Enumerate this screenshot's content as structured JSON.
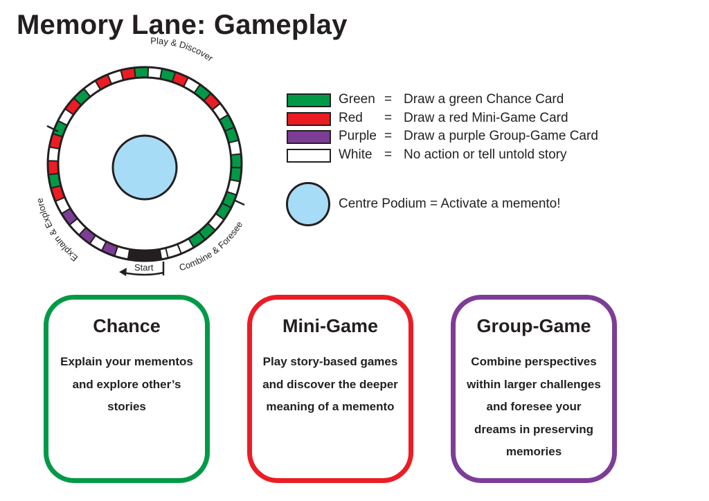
{
  "title": "Memory Lane: Gameplay",
  "colors": {
    "green": "#009a47",
    "red": "#ec1c24",
    "purple": "#7d3d97",
    "white": "#ffffff",
    "black": "#231f20",
    "podium": "#a7dcf6"
  },
  "board": {
    "labels": {
      "top": "Play & Discover",
      "left": "Explain & Explore",
      "bottom_right": "Combine & Foresee",
      "start": "Start"
    },
    "track": [
      "white",
      "purple",
      "white",
      "purple",
      "white",
      "purple",
      "white",
      "red",
      "green",
      "red",
      "white",
      "red",
      "green",
      "white",
      "red",
      "green",
      "white",
      "red",
      "white",
      "red",
      "green",
      "white",
      "green",
      "red",
      "white",
      "green",
      "red",
      "white",
      "green",
      "green",
      "white",
      "green",
      "green",
      "white",
      "green",
      "green",
      "white",
      "green",
      "green",
      "white",
      "white"
    ]
  },
  "legend": [
    {
      "name": "Green",
      "eq": "=",
      "desc": "Draw a green Chance Card",
      "color": "#009a47"
    },
    {
      "name": "Red",
      "eq": "=",
      "desc": "Draw a red Mini-Game Card",
      "color": "#ec1c24"
    },
    {
      "name": "Purple",
      "eq": "=",
      "desc": "Draw a purple Group-Game Card",
      "color": "#7d3d97"
    },
    {
      "name": "White",
      "eq": "=",
      "desc": "No action or tell untold story",
      "color": "#ffffff"
    }
  ],
  "podium_legend": "Centre Podium  =  Activate a memento!",
  "cards": [
    {
      "title": "Chance",
      "body": "Explain your mementos and explore other’s stories",
      "color": "#009a47"
    },
    {
      "title": "Mini-Game",
      "body": "Play story-based games and discover the deeper meaning of a memento",
      "color": "#ec1c24"
    },
    {
      "title": "Group-Game",
      "body": "Combine perspectives within larger challenges and foresee your dreams in preserving memories",
      "color": "#7d3d97"
    }
  ]
}
